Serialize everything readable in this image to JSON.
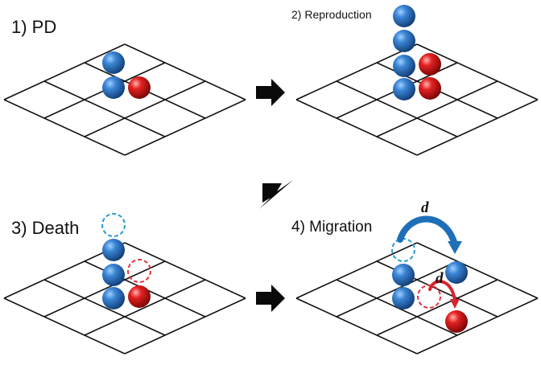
{
  "panels": {
    "pd": {
      "label": "1) PD"
    },
    "reproduction": {
      "label": "2) Reproduction"
    },
    "death": {
      "label": "3) Death"
    },
    "migration": {
      "label": "4) Migration",
      "distance_label_large": "d",
      "distance_label_small": "d"
    }
  },
  "colors": {
    "cooperator": "#2a6fbd",
    "defector": "#e01b1b",
    "death_marker_blue": "#2b9bd2",
    "death_marker_red": "#e0343a",
    "migration_arrow_blue": "#1f6fb8",
    "migration_arrow_red": "#d9232d",
    "flow_arrow": "#0a0a0a",
    "grid": "#111111"
  },
  "icons": [
    "flow-arrow-right-icon",
    "flow-arrow-down-left-icon",
    "flow-arrow-right-icon"
  ]
}
